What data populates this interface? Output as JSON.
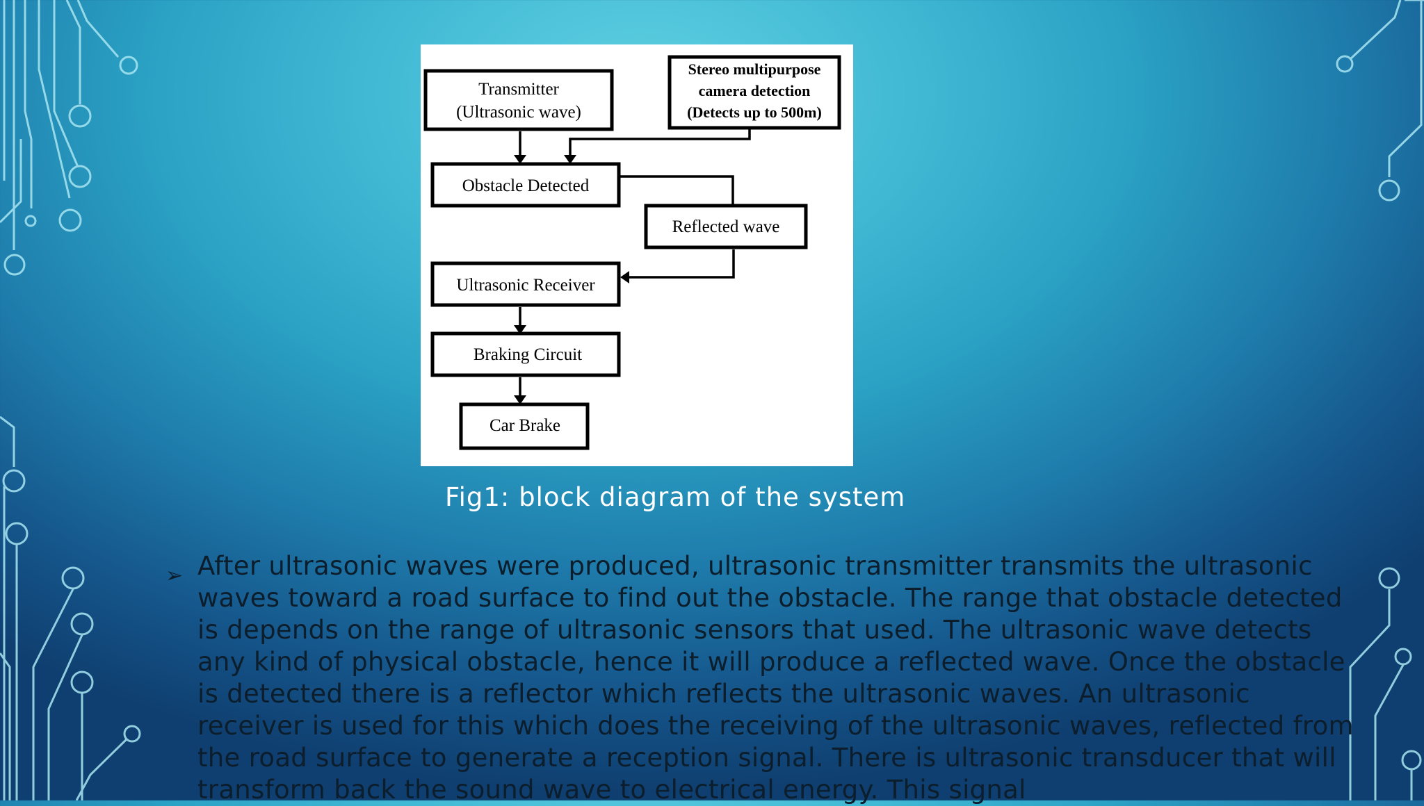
{
  "figure": {
    "boxes": {
      "transmitter": [
        "Transmitter",
        "(Ultrasonic wave)"
      ],
      "camera": [
        "Stereo multipurpose",
        "camera detection",
        "(Detects up to 500m)"
      ],
      "obstacle": "Obstacle Detected",
      "reflected": "Reflected wave",
      "receiver": "Ultrasonic Receiver",
      "braking": "Braking Circuit",
      "car_brake": "Car Brake"
    },
    "caption": "Fig1: block diagram of the system"
  },
  "body": {
    "bullet_icon": "arrowhead-bullet-icon",
    "paragraph": "After ultrasonic waves were produced, ultrasonic transmitter transmits the ultrasonic waves toward a road surface to find out the obstacle. The range that obstacle detected is depends on the range of ultrasonic sensors that used. The ultrasonic wave detects any kind of physical obstacle, hence it will produce a reflected wave. Once the obstacle is detected there is a reflector which reflects the ultrasonic waves. An ultrasonic receiver is used for this which does the receiving of the ultrasonic waves, reflected from the road surface to generate a reception signal. There is ultrasonic transducer that will transform back the sound wave to electrical energy. This signal"
  },
  "theme": {
    "decoration_color": "#a9e6f2",
    "decoration_icon": "circuit-trace-icon"
  }
}
